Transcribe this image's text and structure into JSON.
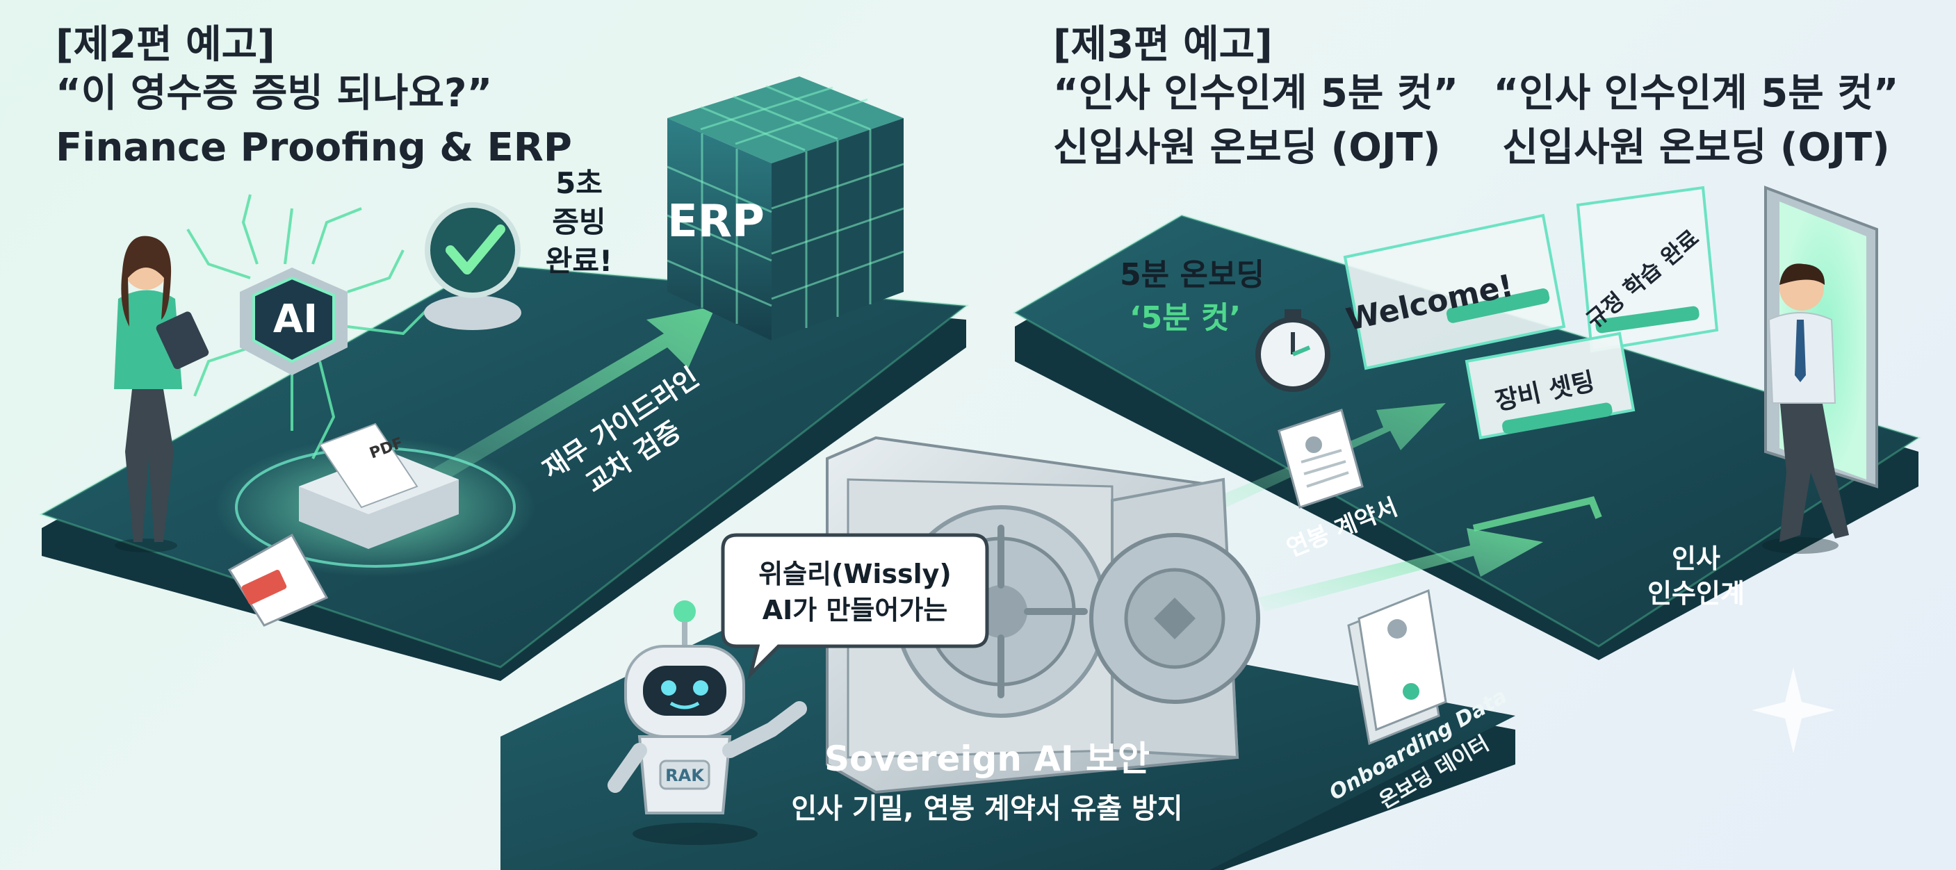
{
  "part2": {
    "tag": "[제2편 예고]",
    "quote": "“이 영수증 증빙 되나요?”",
    "title": "Finance Proofing & ERP",
    "badge_lines": [
      "5초",
      "증빙",
      "완료!"
    ],
    "erp_label": "ERP",
    "ai_chip": "AI",
    "pdf_label": "PDF",
    "flow_lines": [
      "재무 가이드라인",
      "교차 검증"
    ]
  },
  "part3": {
    "tag": "[제3편 예고]",
    "quote": "“인사 인수인계 5분 컷”",
    "title": "신입사원 온보딩 (OJT)",
    "right_quote": "“인사 인수인계 5분 컷”",
    "right_title": "신입사원 온보딩 (OJT)",
    "onboarding_line": "5분 온보딩",
    "onboarding_cut": "‘5분 컷’",
    "welcome": "Welcome!",
    "rule_card": "규정 학습 완료",
    "equip_card": "장비 셋팅",
    "contract_label": "연봉 계약서",
    "handover_lines": [
      "인사",
      "인수인계"
    ],
    "data_lines": [
      "Onboarding Data",
      "온보딩 데이터"
    ]
  },
  "center": {
    "bubble_lines": [
      "위슬리(Wissly)",
      "AI가 만들어가는"
    ],
    "robot_badge": "RAK",
    "title": "Sovereign AI 보안",
    "subtitle": "인사 기밀, 연봉 계약서 유출 방지"
  },
  "colors": {
    "platform_dark": "#17404a",
    "platform_top": "#1e5560",
    "glow": "#5ee0a8",
    "accent_green": "#6be39a",
    "text_dark": "#1c2530"
  }
}
